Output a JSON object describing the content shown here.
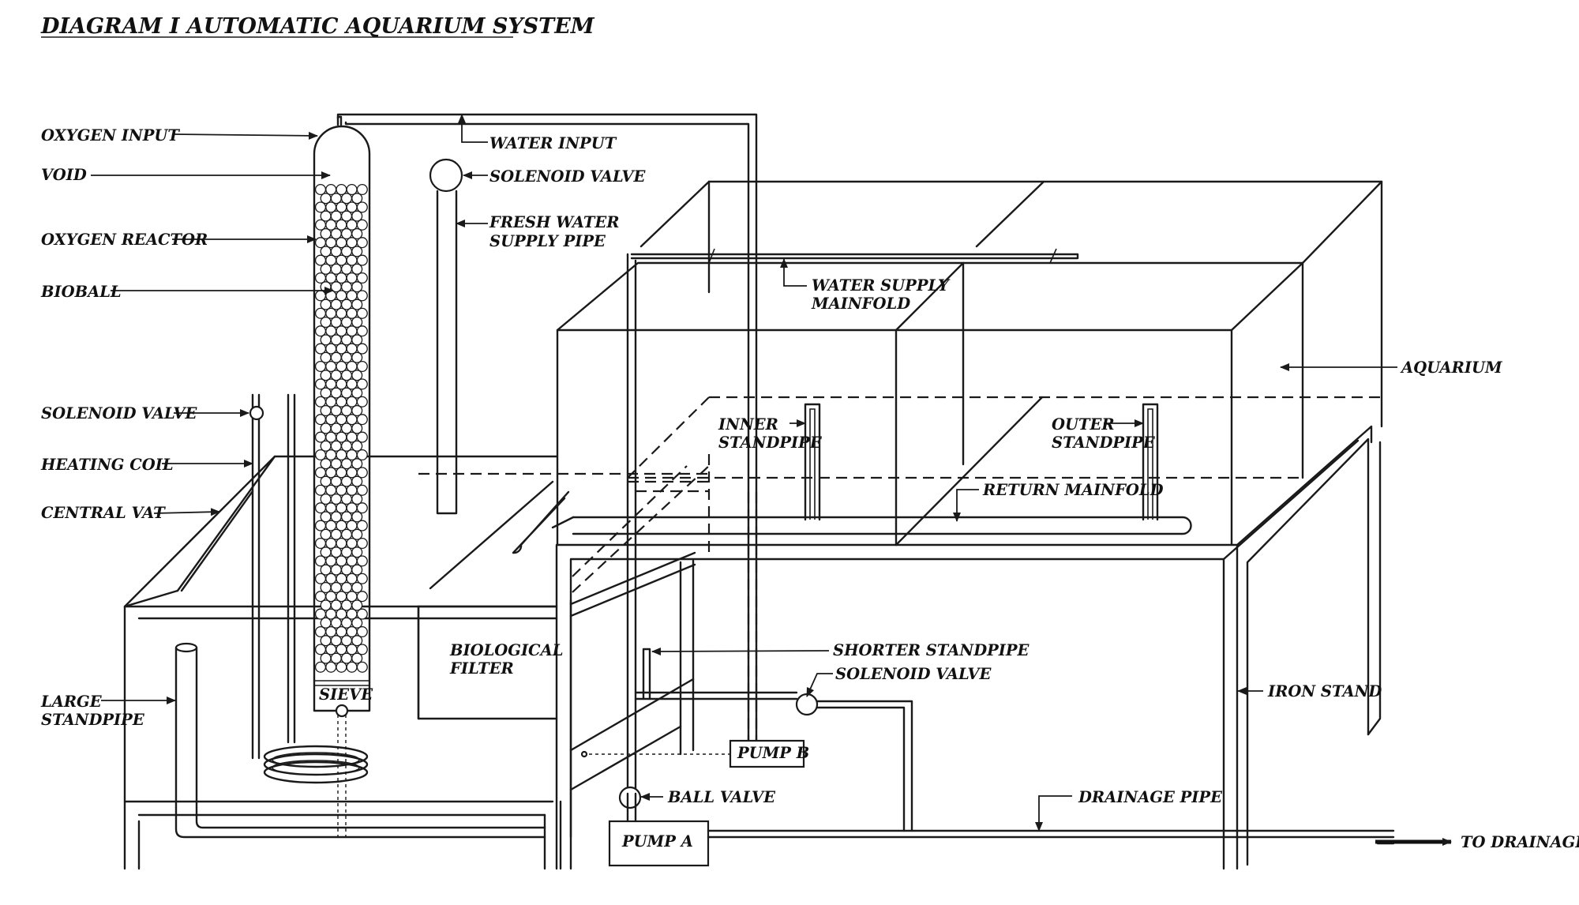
{
  "title": "DIAGRAM  I  AUTOMATIC  AQUARIUM  SYSTEM",
  "labels": {
    "oxygen_input": "OXYGEN  INPUT",
    "void": "VOID",
    "oxygen_reactor": "OXYGEN  REACTOR",
    "bioball": "BIOBALL",
    "solenoid_valve_left": "SOLENOID  VALVE",
    "heating_coil": "HEATING  COIL",
    "central_vat": "CENTRAL  VAT",
    "large_standpipe_1": "LARGE",
    "large_standpipe_2": "STANDPIPE",
    "sieve": "SIEVE",
    "water_input": "WATER  INPUT",
    "solenoid_valve_top": "SOLENOID  VALVE",
    "fresh_water_1": "FRESH  WATER",
    "fresh_water_2": "SUPPLY  PIPE",
    "water_supply_manifold_1": "WATER  SUPPLY",
    "water_supply_manifold_2": "MAINFOLD",
    "aquarium": "AQUARIUM",
    "inner_standpipe_1": "INNER",
    "inner_standpipe_2": "STANDPIPE",
    "outer_standpipe_1": "OUTER",
    "outer_standpipe_2": "STANDPIPE",
    "return_manifold": "RETURN  MAINFOLD",
    "biological_filter_1": "BIOLOGICAL",
    "biological_filter_2": "FILTER",
    "shorter_standpipe": "SHORTER  STANDPIPE",
    "solenoid_valve_right": "SOLENOID  VALVE",
    "iron_stand": "IRON  STAND",
    "pump_b": "PUMP  B",
    "pump_a": "PUMP  A",
    "ball_valve": "BALL  VALVE",
    "drainage_pipe": "DRAINAGE  PIPE",
    "to_drainage": "TO  DRAINAGE"
  }
}
